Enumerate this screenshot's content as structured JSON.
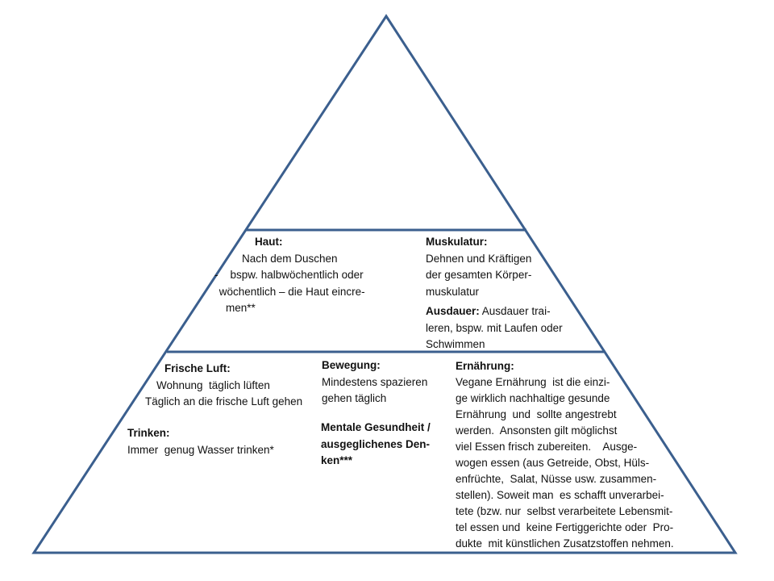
{
  "colors": {
    "outline": "#3b5f8e",
    "text": "#111111"
  },
  "sections": {
    "haut": {
      "title": "Haut:",
      "lines": [
        "Nach dem Duschen",
        "-    bspw. halbwöchentlich oder",
        " wöchentlich – die Haut eincre-",
        "men**"
      ]
    },
    "muskulatur": {
      "title": "Muskulatur:",
      "lines": [
        "Dehnen und Kräftigen",
        "der gesamten Körper-",
        "muskulatur"
      ]
    },
    "ausdauer": {
      "title": "Ausdauer:",
      "lines": [
        " Ausdauer trai-",
        "leren, bspw. mit Laufen oder",
        "Schwimmen"
      ]
    },
    "frische_luft": {
      "title": "Frische Luft:",
      "lines": [
        "Wohnung  täglich lüften",
        "Täglich an die frische Luft gehen"
      ]
    },
    "bewegung": {
      "title": "Bewegung:",
      "lines": [
        "Mindestens spazieren",
        "gehen täglich"
      ]
    },
    "trinken": {
      "title": "Trinken:",
      "lines": [
        "Immer  genug Wasser trinken*"
      ]
    },
    "mental": {
      "lines": [
        "Mentale Gesundheit /",
        "ausgeglichenes Den-",
        "ken***"
      ]
    },
    "ernaehrung": {
      "title": "Ernährung:",
      "lines": [
        "Vegane Ernährung  ist die einzi-",
        "ge wirklich nachhaltige gesunde",
        "Ernährung  und  sollte angestrebt",
        "werden.  Ansonsten gilt möglichst",
        "viel Essen frisch zubereiten.    Ausge-",
        "wogen essen (aus Getreide, Obst, Hüls-",
        "enfrüchte,  Salat, Nüsse usw. zusammen-",
        "stellen). Soweit man  es schafft unverarbei-",
        "tete (bzw. nur  selbst verarbeitete Lebensmit-",
        "tel essen und  keine Fertiggerichte oder  Pro-",
        "dukte  mit künstlichen Zusatzstoffen nehmen."
      ]
    }
  }
}
